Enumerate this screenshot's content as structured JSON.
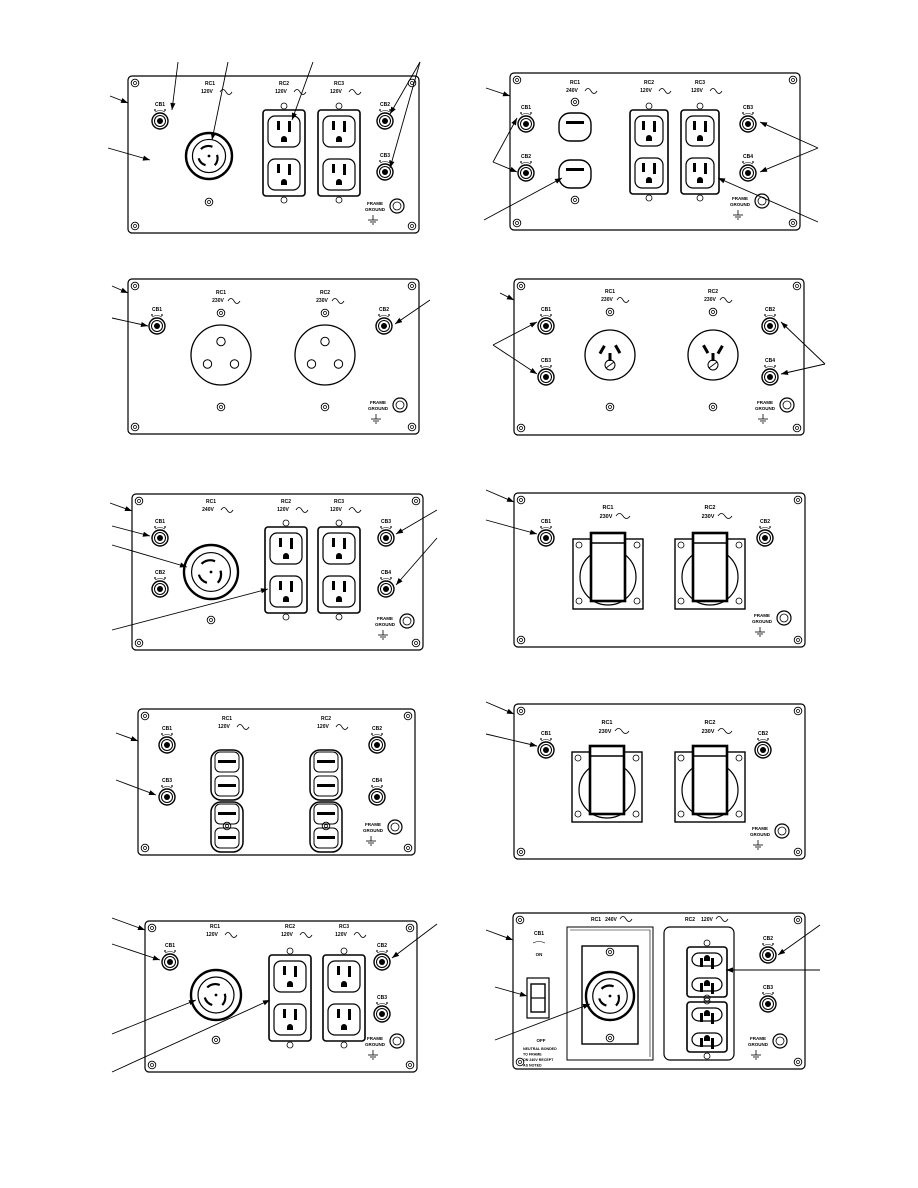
{
  "labels": {
    "cb1": "CB1",
    "cb2": "CB2",
    "cb3": "CB3",
    "cb4": "CB4",
    "rc1": "RC1",
    "rc2": "RC2",
    "rc3": "RC3",
    "v120": "120V",
    "v240": "240V",
    "v230": "230V",
    "frame": "FRAME",
    "ground": "GROUND",
    "on": "ON",
    "off": "OFF",
    "neutral_note": [
      "NEUTRAL BONDED",
      "TO FRAME",
      "ON 240V RECEPT",
      "AS NOTED"
    ]
  },
  "icons": [
    "circuit-breaker-icon",
    "receptacle-icon",
    "ground-symbol-icon",
    "ac-wave-icon",
    "mounting-screw-icon"
  ],
  "colors": {
    "line": "#000000",
    "paper": "#ffffff"
  }
}
